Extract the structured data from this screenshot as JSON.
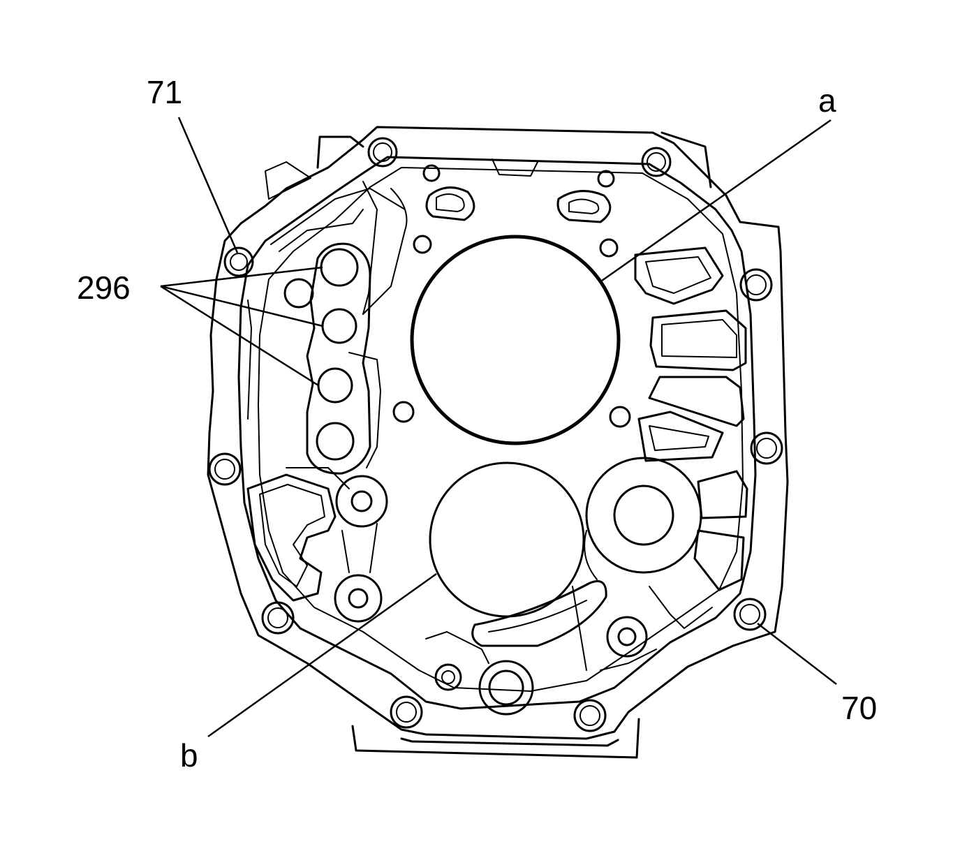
{
  "callouts": {
    "c71": "71",
    "c296": "296",
    "ca": "a",
    "cb": "b",
    "c70": "70"
  },
  "colors": {
    "line": "#000000",
    "background": "#ffffff"
  }
}
